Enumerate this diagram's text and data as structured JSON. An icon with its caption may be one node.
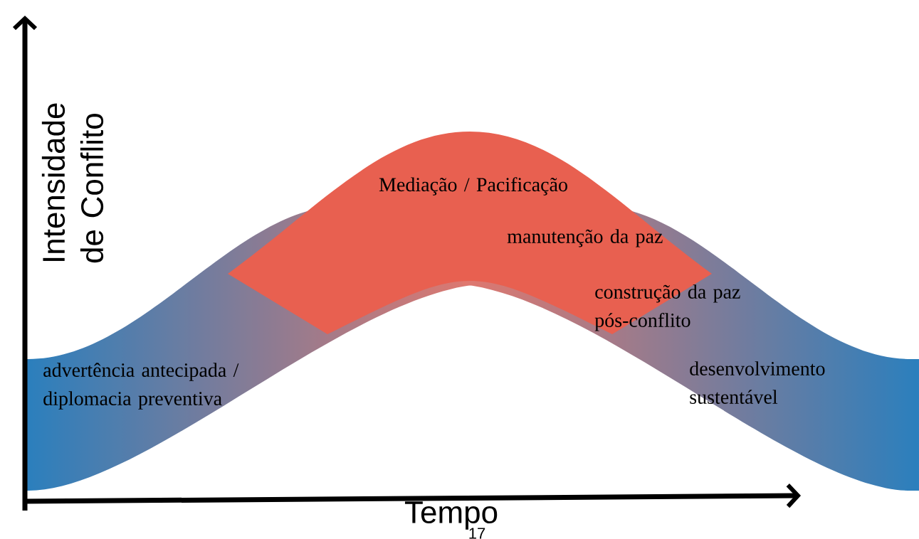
{
  "diagram": {
    "nodes": [
      {
        "text": [
          "advertência antecipada / diplomacia preventiva"
        ]
      },
      {
        "text": [
          "Mediação / Pacificação"
        ]
      },
      {
        "text": [
          "desenvolvimento sustentável"
        ]
      }
    ],
    "labels": [
      "Intensidade de Conflito",
      "manutenção da paz",
      "construção da paz pós-conflito",
      "Tempo",
      "17"
    ]
  }
}
